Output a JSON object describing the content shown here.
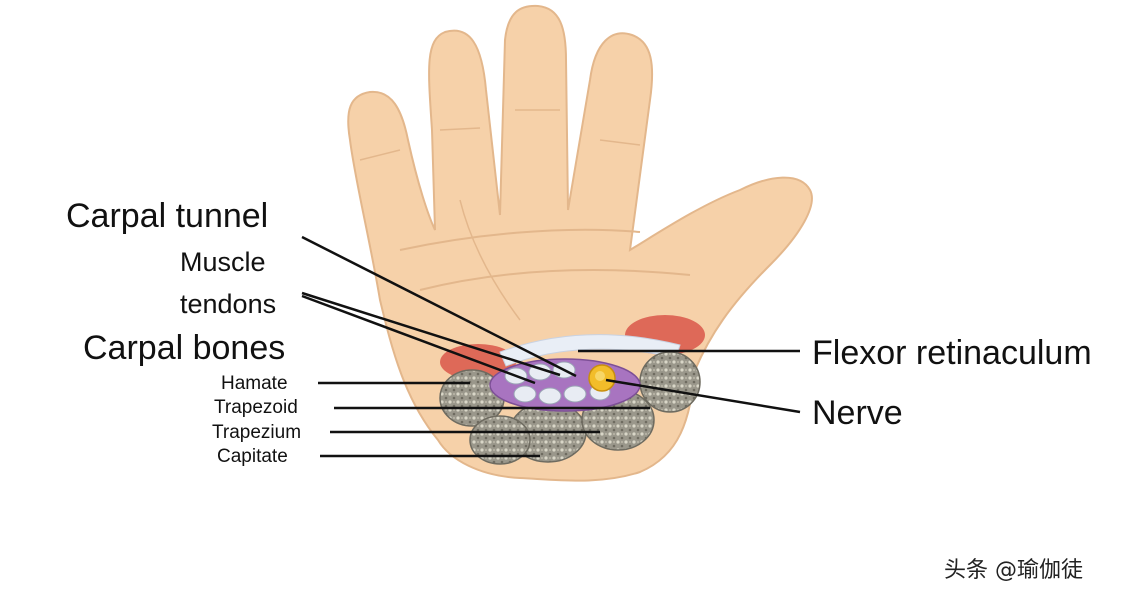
{
  "labels": {
    "carpal_tunnel": "Carpal tunnel",
    "muscle": "Muscle",
    "tendons": "tendons",
    "carpal_bones": "Carpal bones",
    "hamate": "Hamate",
    "trapezoid": "Trapezoid",
    "trapezium": "Trapezium",
    "capitate": "Capitate",
    "flexor_retinaculum": "Flexor retinaculum",
    "nerve": "Nerve"
  },
  "watermark": "头条 @瑜伽徒",
  "colors": {
    "skin": "#f6d1a9",
    "skin_outline": "#e3b78c",
    "bone": "#8d8b80",
    "tunnel": "#a874c0",
    "tendon": "#e8ecf3",
    "nerve": "#f2bd2a",
    "muscle_red": "#d9574a",
    "retinaculum": "#e9eef6"
  }
}
